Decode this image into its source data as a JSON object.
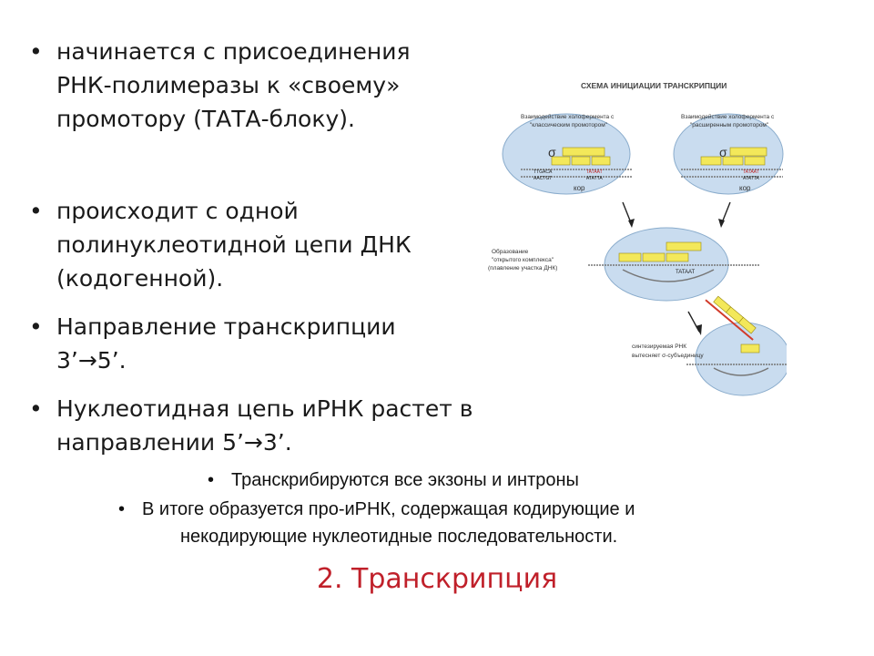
{
  "bullets": [
    {
      "lines": [
        "начинается с присоединения",
        "РНК-полимеразы к «своему»",
        "промотору (ТАТА-блоку)."
      ]
    },
    {
      "lines": [
        "происходит с одной",
        "полинуклеотидной цепи ДНК",
        "(кодогенной)."
      ]
    },
    {
      "lines": [
        "Направление транскрипции",
        "3’→5’."
      ]
    },
    {
      "lines": [
        "Нуклеотидная цепь иРНК растет в",
        "направлении 5’→3’."
      ]
    }
  ],
  "sub_bullets": [
    {
      "lines": [
        "Транскрибируются все экзоны и интроны"
      ]
    },
    {
      "lines": [
        "В итоге образуется про-иРНК, содержащая кодирующие и",
        "некодирующие нуклеотидные последовательности."
      ]
    }
  ],
  "slide_title": "2. Транскрипция",
  "bullet_symbol": "•",
  "diagram": {
    "title": "СХЕМА ИНИЦИАЦИИ ТРАНСКРИПЦИИ",
    "label_left": [
      "Взаимодействие холофермента с",
      "\"классическим промотором\""
    ],
    "label_right": [
      "Взаимодействие холофермента с",
      "\"расширенным промотором\""
    ],
    "label_open": [
      "Образование",
      "\"открытого комплекса\"",
      "(плавление участка ДНК)"
    ],
    "label_rna": [
      "синтезируемая РНК",
      "вытесняет σ-субъединицу"
    ],
    "core_label": "кор",
    "sigma": "σ",
    "seq_left": [
      "TTGACA",
      "AACTGT"
    ],
    "seq_left2": [
      "TATAAT",
      "ATATTA"
    ],
    "seq_right": [
      "TATAAT",
      "ATATTA"
    ],
    "seq_open": "TATAAT",
    "colors": {
      "ellipse": "#c9dcef",
      "ellipse_edge": "#8aaccc",
      "block": "#f3e85a",
      "block_edge": "#9a8a10",
      "red": "#d23a2a",
      "dna": "#777777"
    }
  }
}
